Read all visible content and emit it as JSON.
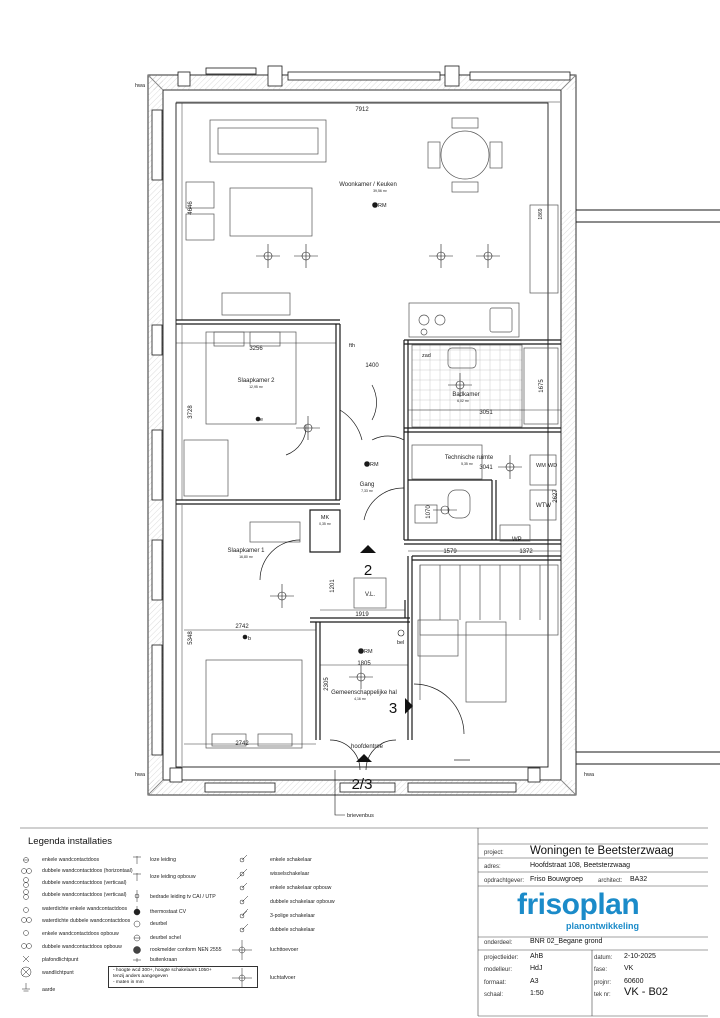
{
  "plan": {
    "rooms": {
      "woonkamer": {
        "name": "Woonkamer / Keuken",
        "area": "39,56 m²"
      },
      "slaapkamer2": {
        "name": "Slaapkamer 2",
        "area": "12,95 m²"
      },
      "badkamer": {
        "name": "Badkamer",
        "area": "6,02 m²"
      },
      "technische": {
        "name": "Technische ruimte",
        "area": "5,35 m²"
      },
      "gang": {
        "name": "Gang",
        "area": "7,33 m²"
      },
      "mk": {
        "name": "MK",
        "area": "0,35 m²"
      },
      "slaapkamer1": {
        "name": "Slaapkamer 1",
        "area": "16,80 m²"
      },
      "hal": {
        "name": "Gemeenschappelijke hal",
        "area": "4,16 m²"
      },
      "entree": {
        "name": "hoofdentree"
      }
    },
    "dimensions": {
      "d7912": "7912",
      "d4646": "4646",
      "d3256": "3256",
      "d3728": "3728",
      "d1400": "1400",
      "d3051": "3051",
      "d1675": "1675",
      "d3041": "3041",
      "d2627": "2627",
      "d1070": "1070",
      "d1579": "1579",
      "d1372": "1372",
      "d1919": "1919",
      "d1201": "1201",
      "d2742a": "2742",
      "d5348": "5348",
      "d1805": "1805",
      "d2305": "2305",
      "d2742b": "2742",
      "d1869": "1869"
    },
    "labels": {
      "hwa": "hwa",
      "rm": "RM",
      "vl": "V.L.",
      "wp": "WP",
      "wtw": "WTW",
      "wm": "WM",
      "wd": "WD",
      "bel": "bel",
      "brievenbus": "brievenbus",
      "s2": "2",
      "s3": "3",
      "s23": "2/3",
      "e": "e",
      "b": "b",
      "fth": "fth",
      "zad": "zad"
    }
  },
  "legend": {
    "title": "Legenda installaties",
    "col1": [
      "enkele wandcontactdoos",
      "dubbele wandcontactdoos (horizontaal)",
      "dubbele wandcontactdoos (verticaal)",
      "dubbele wandcontactdoos (verticaal)",
      "waterdichte enkele wandcontactdoos",
      "waterdichte dubbele wandcontactdoos",
      "enkele wandcontactdoos opbouw",
      "dubbele wandcontactdoos opbouw",
      "plafondlichtpunt",
      "wandlichtpunt",
      "aarde"
    ],
    "col2": [
      "loze leiding",
      "loze leiding opbouw",
      "bedrade leiding tv CAI / UTP",
      "thermostaat CV",
      "deurbel",
      "deurbel schel",
      "rookmelder conform NEN 2555",
      "buitenkraan"
    ],
    "col3": [
      "enkele schakelaar",
      "wisselschakelaar",
      "enkele schakelaar opbouw",
      "dubbele schakelaar opbouw",
      "3-polige schakelaar",
      "dubbele schakelaar",
      "luchttoevoer",
      "luchtafvoer"
    ],
    "notes": [
      "- hoogte wcd 300+, hoogte schakelaars 1050+",
      "  tenzij anders aangegeven",
      "- maten in mm"
    ]
  },
  "titleblock": {
    "project_label": "project:",
    "project": "Woningen te Beetsterzwaag",
    "adres_label": "adres:",
    "adres": "Hoofdstraat 108, Beetsterzwaag",
    "opdrachtgever_label": "opdrachtgever:",
    "opdrachtgever": "Friso Bouwgroep",
    "architect_label": "architect:",
    "architect": "BA32",
    "logo_main": "frisoplan",
    "logo_sub": "planontwikkeling",
    "onderdeel_label": "onderdeel:",
    "onderdeel": "BNR 02_Begane grond",
    "projectleider_label": "projectleider:",
    "projectleider": "AhB",
    "datum_label": "datum:",
    "datum": "2-10-2025",
    "modelleur_label": "modelleur:",
    "modelleur": "HdJ",
    "fase_label": "fase:",
    "fase": "VK",
    "formaat_label": "formaat:",
    "formaat": "A3",
    "projnr_label": "projnr:",
    "projnr": "60600",
    "schaal_label": "schaal:",
    "schaal": "1:50",
    "teknr_label": "tek nr:",
    "teknr": "VK - B02"
  },
  "colors": {
    "wall": "#ffffff",
    "line": "#1a1a1a",
    "logo": "#1b8bc9"
  }
}
